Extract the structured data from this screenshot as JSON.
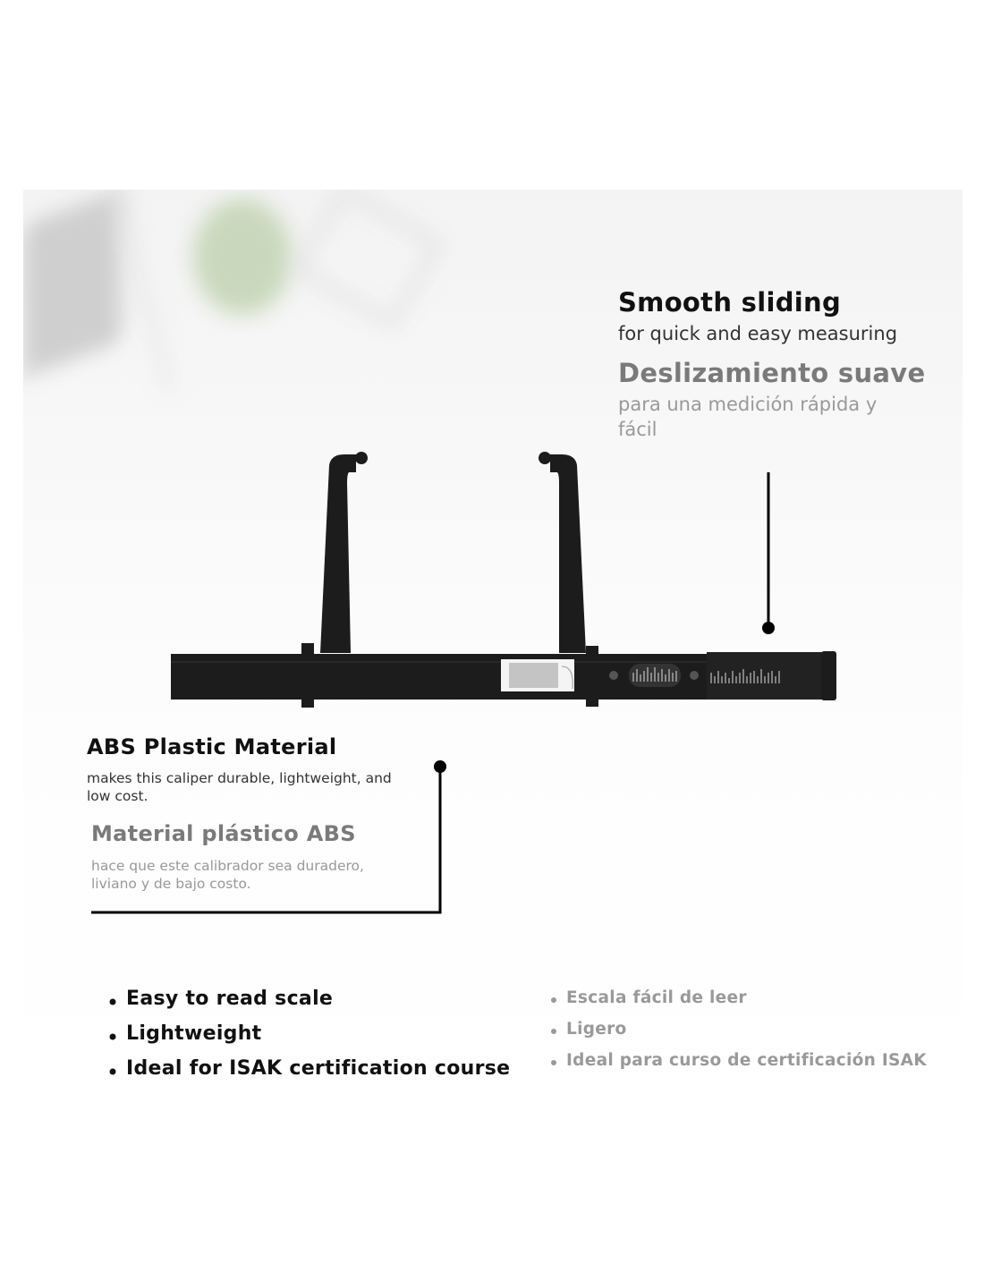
{
  "feature_sliding": {
    "title_en": "Smooth sliding",
    "desc_en": "for quick and easy measuring",
    "title_es": "Deslizamiento suave",
    "desc_es_line1": "para una medición rápida y",
    "desc_es_line2": "fácil"
  },
  "feature_material": {
    "title_en": "ABS Plastic Material",
    "desc_en_line1": "makes this caliper durable, lightweight, and",
    "desc_en_line2": "low cost.",
    "title_es": "Material plástico ABS",
    "desc_es_line1": "hace que este calibrador sea duradero,",
    "desc_es_line2": "liviano y de bajo costo."
  },
  "bullets_en": [
    "Easy to read scale",
    "Lightweight",
    "Ideal for ISAK certification course"
  ],
  "bullets_es": [
    "Escala fácil de leer",
    "Ligero",
    "Ideal para curso de certificación ISAK"
  ],
  "colors": {
    "primary_text": "#111111",
    "secondary_text": "#7a7a7a",
    "caliper": "#1c1c1c"
  }
}
